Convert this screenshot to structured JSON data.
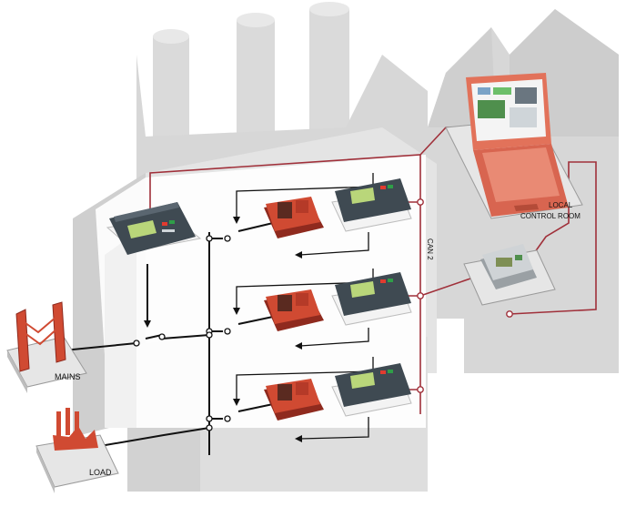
{
  "labels": {
    "mains": "MAINS",
    "load": "LOAD",
    "can_bus": "CAN 2",
    "control_room_line1": "LOCAL",
    "control_room_line2": "CONTROL ROOM"
  },
  "colors": {
    "can_line": "#a0303a",
    "power_line": "#111111",
    "building_front": "#e6e6e6",
    "building_shadow": "#c9c9c9",
    "panel_white": "#ffffff",
    "controller_body": "#3f4a52",
    "controller_screen": "#b9d67a",
    "genset": "#d04a32",
    "laptop_body": "#e2725a",
    "laptop_screen": "#f4f4f4"
  },
  "icons": {
    "master_controller": "master-controller-icon",
    "genset": "genset-icon",
    "gen_controller": "gen-controller-icon",
    "mains_tower": "mains-tower-icon",
    "load_factory": "load-factory-icon",
    "laptop": "laptop-icon",
    "gateway": "gateway-module-icon"
  }
}
